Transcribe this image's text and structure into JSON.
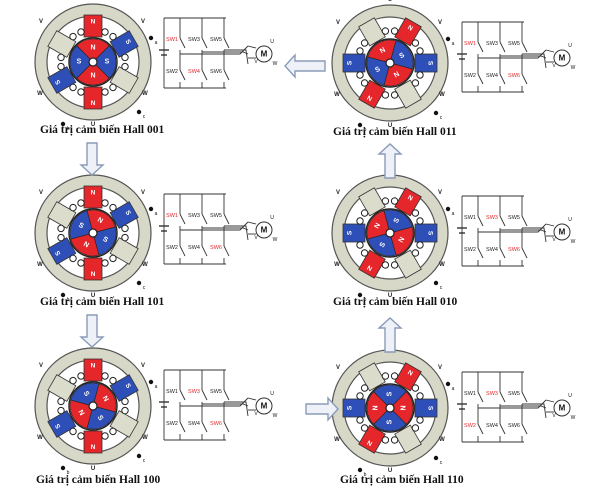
{
  "panels": [
    {
      "id": "hall-001",
      "caption": "Giá trị cảm biến Hall 001",
      "active_switches": [
        "SW1",
        "SW4"
      ],
      "rotor_angle": 0
    },
    {
      "id": "hall-011",
      "caption": "Giá trị cảm biến Hall 011",
      "active_switches": [
        "SW1",
        "SW6"
      ],
      "rotor_angle": -30
    },
    {
      "id": "hall-101",
      "caption": "Giá trị cảm biến Hall 101",
      "active_switches": [
        "SW1",
        "SW6"
      ],
      "rotor_angle": 30
    },
    {
      "id": "hall-010",
      "caption": "Giá trị cảm biến Hall 010",
      "active_switches": [
        "SW3",
        "SW6"
      ],
      "rotor_angle": -60
    },
    {
      "id": "hall-100",
      "caption": "Giá trị cảm biến Hall 100",
      "active_switches": [
        "SW3",
        "SW6"
      ],
      "rotor_angle": 60
    },
    {
      "id": "hall-110",
      "caption": "Giá trị cảm biến Hall 110",
      "active_switches": [
        "SW3",
        "SW2"
      ],
      "rotor_angle": -90
    }
  ],
  "motor_label": "M",
  "switch_labels": [
    "SW1",
    "SW3",
    "SW5",
    "SW2",
    "SW4",
    "SW6"
  ],
  "phase_labels": [
    "U",
    "V",
    "W"
  ],
  "pole_labels": {
    "north": "N",
    "south": "S"
  },
  "hall_labels": [
    "a",
    "b",
    "c"
  ],
  "colors": {
    "north": "#e5262b",
    "south": "#2f4fb8",
    "stator_ring": "#d8d8c8",
    "ring_outline": "#555555",
    "active_switch": "#e5262b",
    "inactive_switch": "#222222",
    "arrow_fill": "#eef2f8",
    "arrow_stroke": "#8a9bb8"
  }
}
